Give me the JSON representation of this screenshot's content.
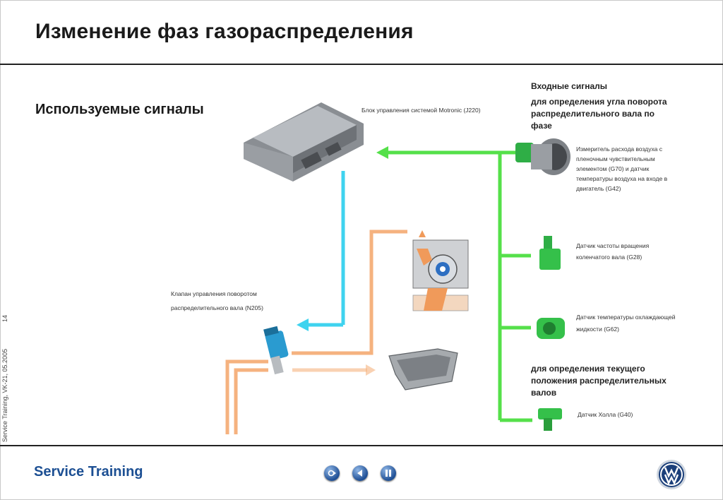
{
  "title": "Изменение фаз газораспределения",
  "subtitle": "Используемые сигналы",
  "sidebar": {
    "page_number": "14",
    "footer_note": "Service Training, VK-21, 05.2005"
  },
  "labels": {
    "ecu": "Блок управления системой Motronic (J220)",
    "valve_line1": "Клапан управления поворотом",
    "valve_line2": "распределительного вала (N205)"
  },
  "inputs": {
    "header_line1": "Входные сигналы",
    "header_line2": "для определения угла поворота",
    "header_line3": "распределительного вала по",
    "header_line4": "фазе",
    "g70_line1": "Измеритель расхода воздуха с",
    "g70_line2": "пленочным чувствительным",
    "g70_line3": "элементом (G70) и датчик",
    "g70_line4": "температуры воздуха на входе в",
    "g70_line5": "двигатель (G42)",
    "g28_line1": "Датчик частоты вращения",
    "g28_line2": "коленчатого вала (G28)",
    "g62_line1": "Датчик температуры охлаждающей",
    "g62_line2": "жидкости (G62)",
    "current_line1": "для определения текущего",
    "current_line2": "положения распределительных",
    "current_line3": "валов",
    "g40": "Датчик Холла (G40)"
  },
  "footer": {
    "brand": "Service Training"
  },
  "colors": {
    "signal_in": "#55e04a",
    "signal_out": "#3fd3ef",
    "oil": "#f5b27f",
    "brand": "#1c4f93"
  }
}
